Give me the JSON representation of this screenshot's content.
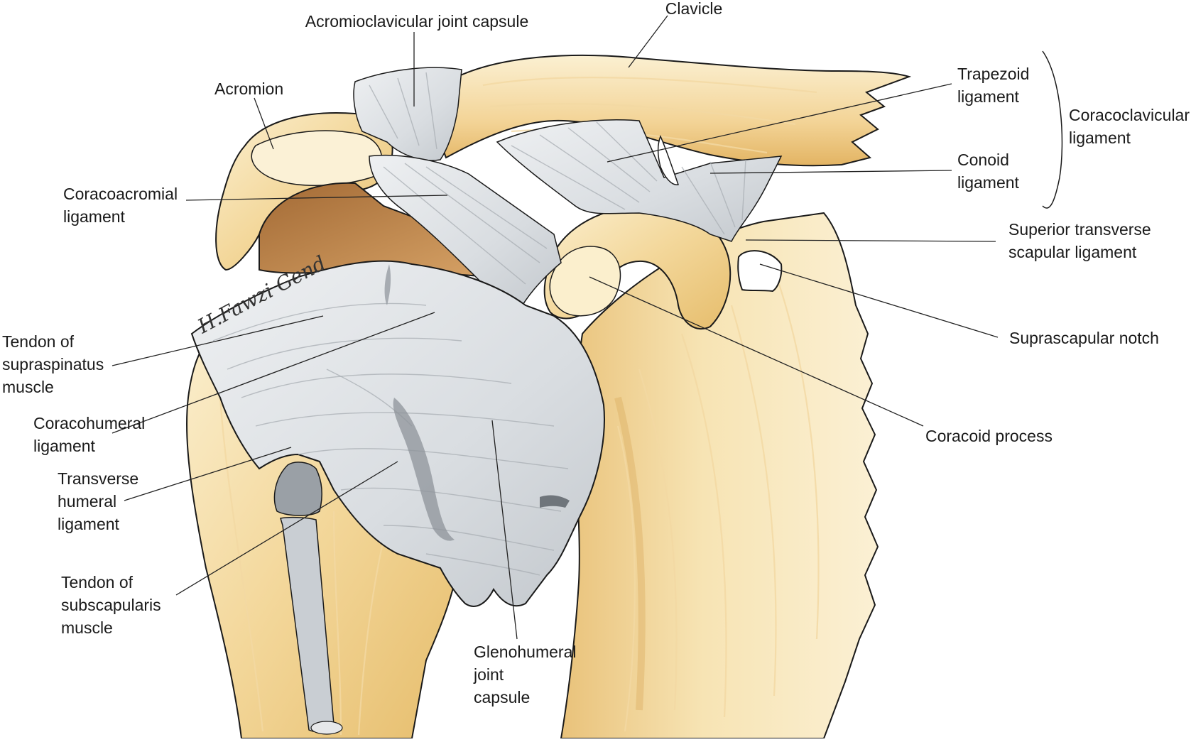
{
  "signature": "H.Fawzi Gend",
  "labels": {
    "clavicle": [
      "Clavicle"
    ],
    "ac_capsule": [
      "Acromioclavicular joint capsule"
    ],
    "acromion": [
      "Acromion"
    ],
    "coracoacromial": [
      "Coracoacromial",
      "ligament"
    ],
    "trapezoid": [
      "Trapezoid",
      "ligament"
    ],
    "conoid": [
      "Conoid",
      "ligament"
    ],
    "coracoclavicular": [
      "Coracoclavicular",
      "ligament"
    ],
    "sup_transverse": [
      "Superior transverse",
      "scapular ligament"
    ],
    "suprascapular_notch": [
      "Suprascapular notch"
    ],
    "supraspinatus": [
      "Tendon of",
      "supraspinatus",
      "muscle"
    ],
    "coracohumeral": [
      "Coracohumeral",
      "ligament"
    ],
    "transverse_humeral": [
      "Transverse",
      "humeral",
      "ligament"
    ],
    "subscapularis": [
      "Tendon of",
      "subscapularis",
      "muscle"
    ],
    "coracoid": [
      "Coracoid process"
    ],
    "glenohumeral": [
      "Glenohumeral",
      "joint",
      "capsule"
    ]
  },
  "colors": {
    "bone": "#f6e2b0",
    "bone_dark": "#e2b866",
    "bone_light": "#fbf1d6",
    "ligament": "#dde1e5",
    "ligament_shadow": "#9fa5ab",
    "arch_shadow": "#b9824a",
    "outline": "#1a1a1a"
  }
}
